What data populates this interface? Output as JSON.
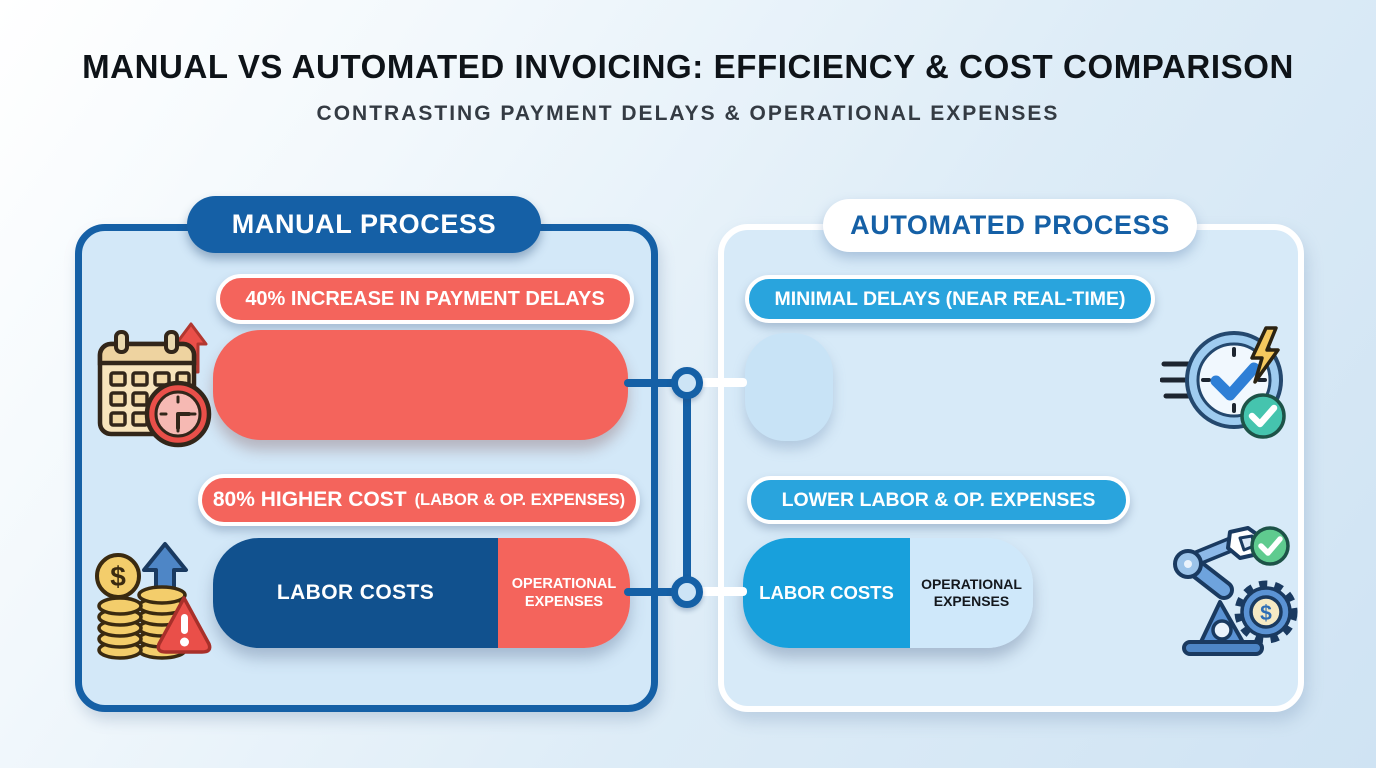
{
  "page": {
    "title": "MANUAL VS AUTOMATED INVOICING: EFFICIENCY & COST COMPARISON",
    "subtitle": "CONTRASTING PAYMENT DELAYS & OPERATIONAL EXPENSES"
  },
  "manual": {
    "header": "MANUAL PROCESS",
    "delay_badge": "40% INCREASE IN PAYMENT DELAYS",
    "cost_badge_main": "80% HIGHER COST",
    "cost_badge_note": "(LABOR & OP. EXPENSES)",
    "labor_label": "LABOR COSTS",
    "opex_label": "OPERATIONAL EXPENSES"
  },
  "automated": {
    "header": "AUTOMATED PROCESS",
    "delay_badge": "MINIMAL DELAYS (NEAR REAL-TIME)",
    "cost_badge": "LOWER LABOR & OP. EXPENSES",
    "labor_label": "LABOR COSTS",
    "opex_label": "OPERATIONAL EXPENSES"
  },
  "icons": {
    "manual_delay": "calendar-clock-rising-arrow-icon",
    "manual_cost": "coins-warning-rising-arrow-icon",
    "automated_delay": "fast-clock-lightning-check-icon",
    "automated_cost": "robot-arm-gear-dollar-icon"
  },
  "colors": {
    "manual_accent": "#1560a6",
    "manual_negative": "#f4645c",
    "manual_labor_bar": "#11518e",
    "automated_accent": "#29a4dd",
    "automated_labor_bar": "#18a0dc",
    "automated_opex_bar": "#cfe8fa",
    "panel_fill": "#d5e9f8"
  }
}
